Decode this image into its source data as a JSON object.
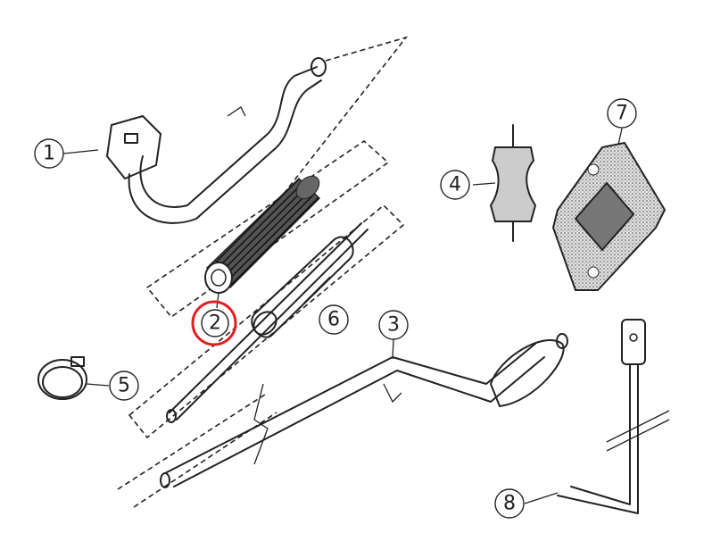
{
  "diagram": {
    "part_labels": [
      "1",
      "2",
      "3",
      "4",
      "5",
      "6",
      "7",
      "8"
    ],
    "highlighted_label": "2",
    "highlight_color": "#e02020"
  }
}
